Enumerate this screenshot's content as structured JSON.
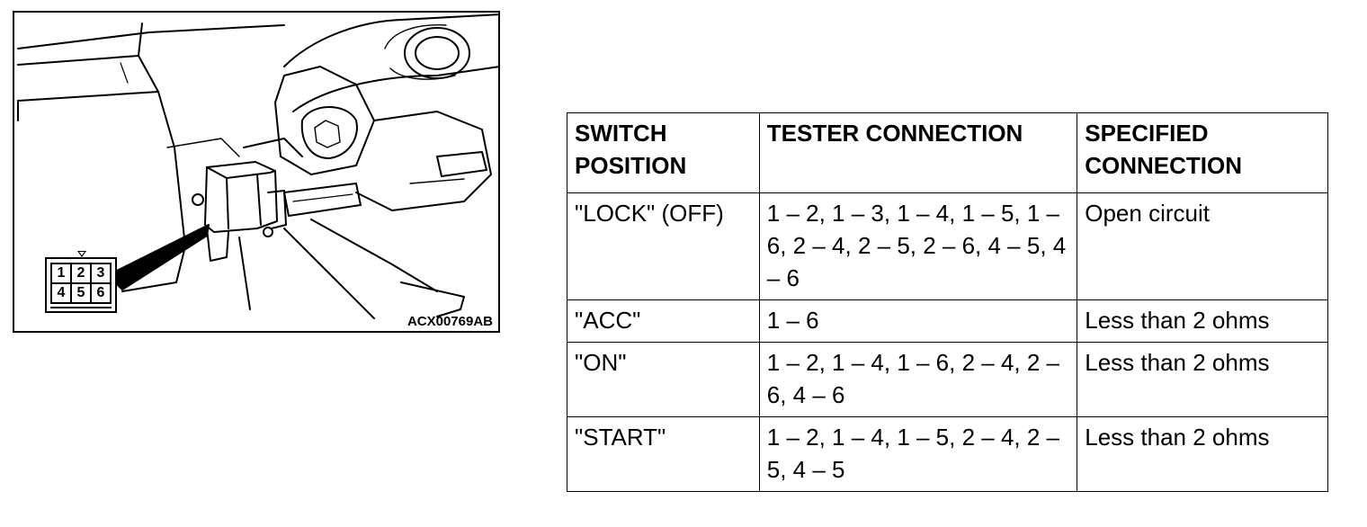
{
  "figure": {
    "code": "ACX00769AB",
    "connector_pins": [
      "1",
      "2",
      "3",
      "4",
      "5",
      "6"
    ]
  },
  "table": {
    "headers": [
      "SWITCH POSITION",
      "TESTER CONNECTION",
      "SPECIFIED CONNECTION"
    ],
    "rows": [
      [
        "\"LOCK\" (OFF)",
        "1 – 2, 1 – 3, 1 – 4, 1 – 5, 1 – 6, 2 – 4, 2 – 5, 2 – 6, 4 – 5, 4 – 6",
        "Open circuit"
      ],
      [
        "\"ACC\"",
        "1 – 6",
        "Less than 2 ohms"
      ],
      [
        "\"ON\"",
        "1 – 2, 1 – 4, 1 – 6, 2 – 4, 2 – 6, 4 – 6",
        "Less than 2 ohms"
      ],
      [
        "\"START\"",
        "1 – 2, 1 – 4, 1 – 5, 2 – 4, 2 – 5, 4 – 5",
        "Less than 2 ohms"
      ]
    ]
  }
}
